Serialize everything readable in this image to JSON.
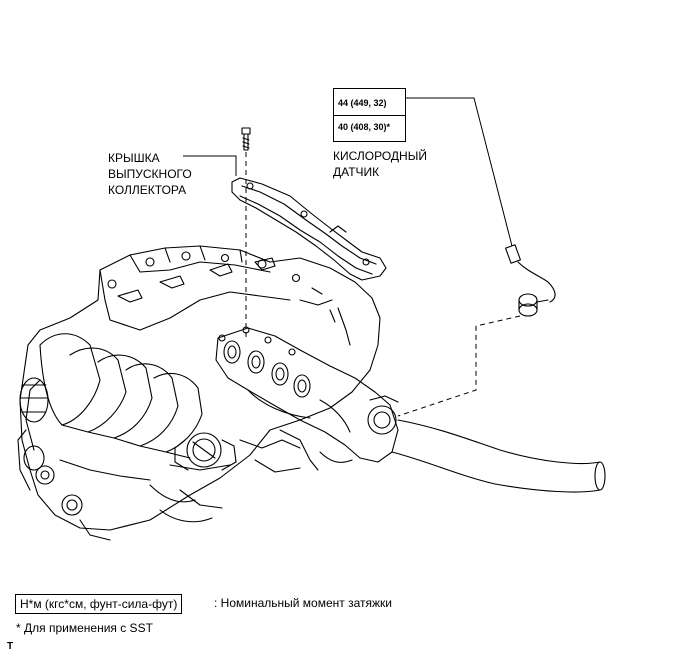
{
  "labels": {
    "cover_line1": "КРЫШКА",
    "cover_line2": "ВЫПУСКНОГО",
    "cover_line3": "КОЛЛЕКТОРА",
    "sensor_line1": "КИСЛОРОДНЫЙ",
    "sensor_line2": "ДАТЧИК"
  },
  "torque": {
    "line1": "44 (449, 32)",
    "line2": "40 (408, 30)*"
  },
  "legend": {
    "box_text": "Н*м (кгс*см, фунт-сила-фут)",
    "description": ": Номинальный момент затяжки",
    "sst_note": "* Для применения с SST"
  },
  "corner_mark": "T"
}
